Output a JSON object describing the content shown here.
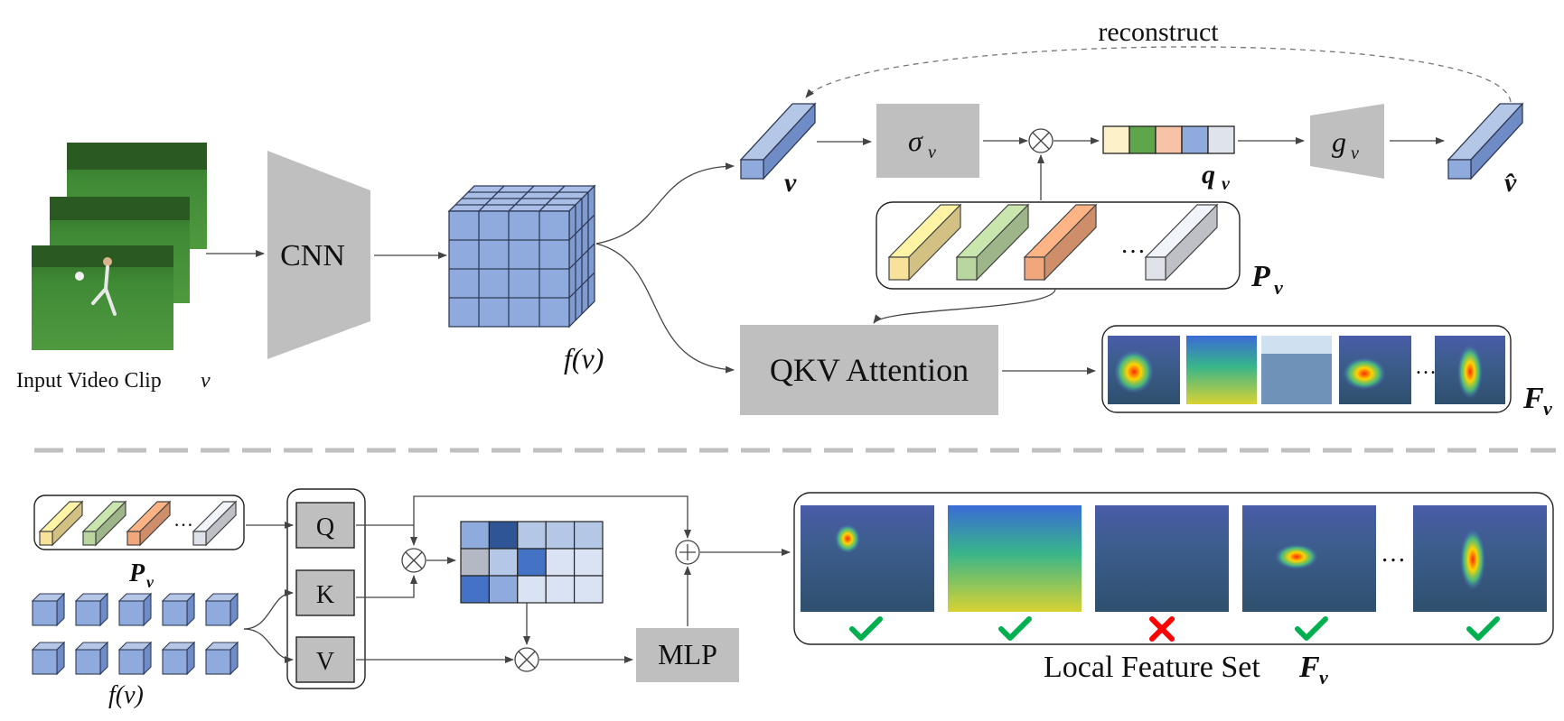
{
  "top": {
    "input_label": "Input Video Clip",
    "input_var": "v",
    "cnn_label": "CNN",
    "fv_label": "f(v)",
    "v_label": "v",
    "sigma_label": "σ",
    "sigma_sub": "v",
    "q_label": "q",
    "q_sub": "v",
    "g_label": "g",
    "g_sub": "v",
    "vhat_label": "v̂",
    "reconstruct_label": "reconstruct",
    "prototype_ellipsis": "…",
    "pv_label": "P",
    "pv_sub": "v",
    "attention_label": "QKV Attention",
    "attn_ellipsis": "…",
    "fv_set_label": "F",
    "fv_set_sub": "v",
    "q_colors": [
      "#fdf1c9",
      "#5fa64a",
      "#f6c3a6",
      "#8faadc",
      "#dfe3ea"
    ],
    "prototype_colors": [
      "#f8e29a",
      "#b9d5a0",
      "#f1a77c",
      "#dfe2e8"
    ]
  },
  "bottom": {
    "pv_label": "P",
    "pv_sub": "v",
    "prototype_ellipsis": "…",
    "fv_label": "f(v)",
    "q_label": "Q",
    "k_label": "K",
    "v_label": "V",
    "mlp_label": "MLP",
    "local_set_label": "Local Feature Set",
    "local_set_var": "F",
    "local_set_sub": "v",
    "frames_ellipsis": "…",
    "attention_matrix": [
      [
        "#8faadc",
        "#2f5597",
        "#b4c7e7",
        "#b4c7e7",
        "#b4c7e7"
      ],
      [
        "#b4b8c4",
        "#b4c7e7",
        "#4472c4",
        "#dae3f3",
        "#dae3f3"
      ],
      [
        "#4472c4",
        "#8faadc",
        "#dae3f3",
        "#dae3f3",
        "#dae3f3"
      ]
    ],
    "frame_checks": [
      "check",
      "check",
      "cross",
      "check",
      "check"
    ]
  },
  "colors": {
    "gray_box": "#bfbfbf",
    "feature_blue": "#8faadc",
    "check_green": "#00b050",
    "cross_red": "#ff0000"
  }
}
